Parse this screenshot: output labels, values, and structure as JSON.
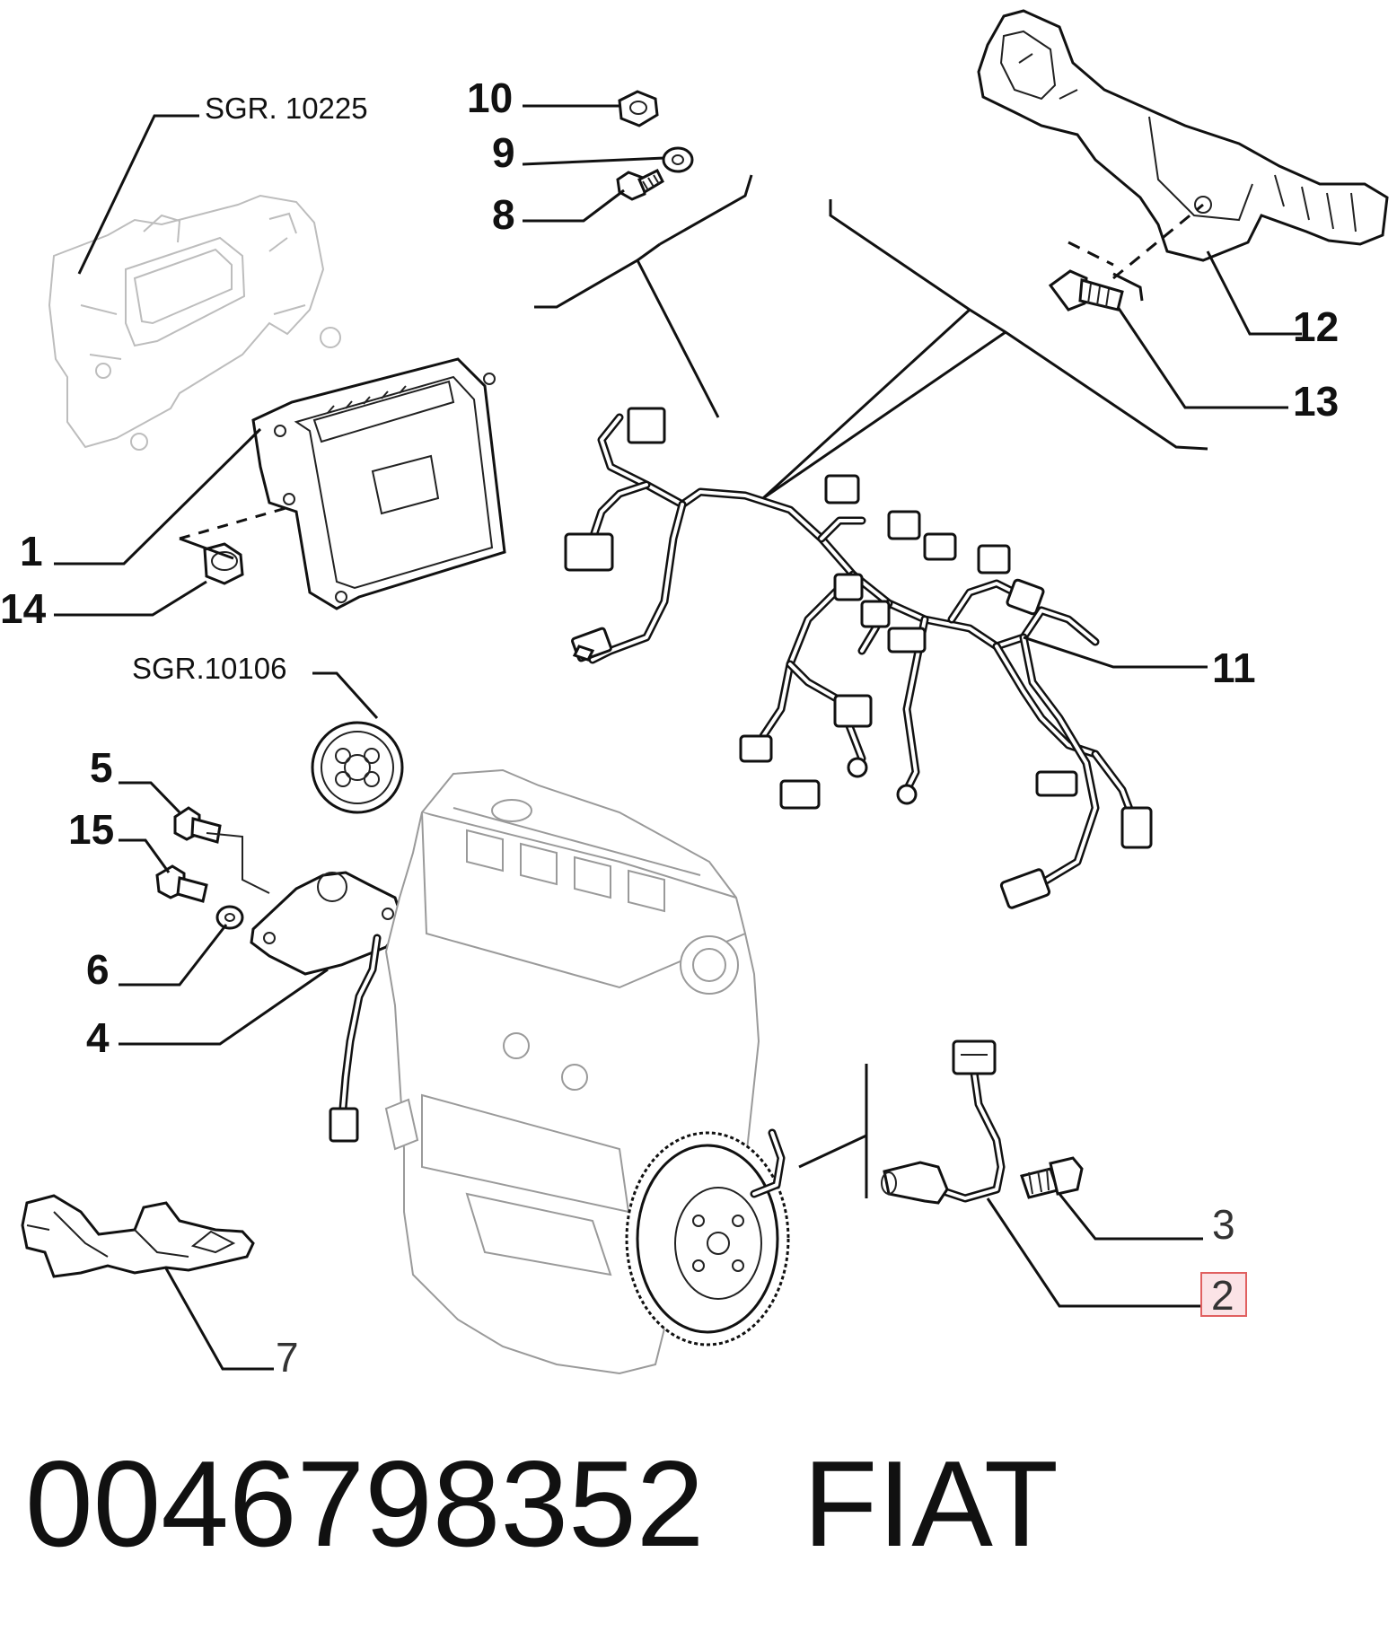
{
  "references": {
    "sgr_top": "SGR. 10225",
    "sgr_mid": "SGR.10106"
  },
  "callouts": {
    "c1": "1",
    "c2": "2",
    "c3": "3",
    "c4": "4",
    "c5": "5",
    "c6": "6",
    "c7": "7",
    "c8": "8",
    "c9": "9",
    "c10": "10",
    "c11": "11",
    "c12": "12",
    "c13": "13",
    "c14": "14",
    "c15": "15"
  },
  "highlighted_callout": "2",
  "colors": {
    "highlight_stroke": "#e06060",
    "highlight_fill": "#fbe3e6"
  },
  "footer": {
    "part_number": "0046798352",
    "brand": "FIAT"
  }
}
